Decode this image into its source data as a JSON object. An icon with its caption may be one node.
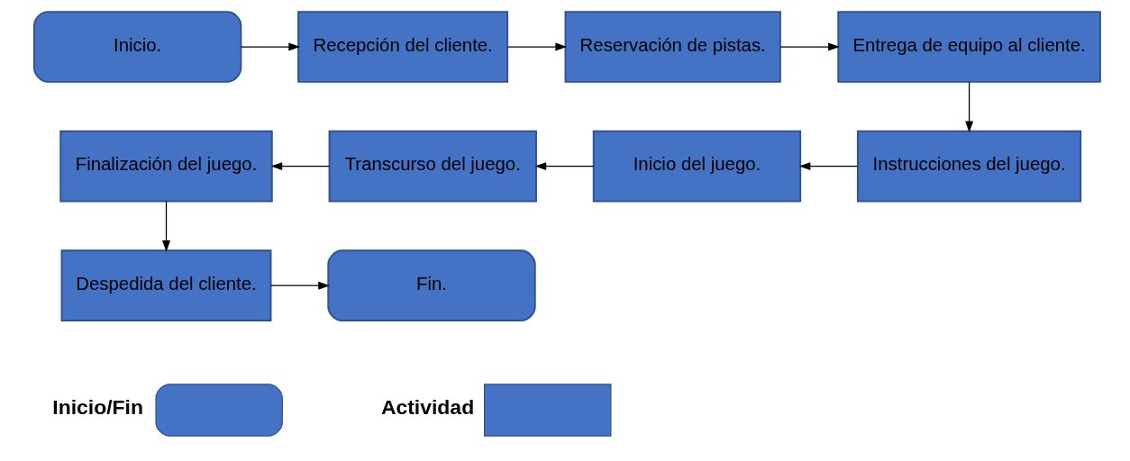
{
  "diagram": {
    "nodes": [
      {
        "text": [
          "Inicio."
        ]
      },
      {
        "text": [
          "Recepción del cliente."
        ]
      },
      {
        "text": [
          "Reservación de pistas."
        ]
      },
      {
        "text": [
          "Entrega de equipo al cliente."
        ]
      },
      {
        "text": [
          "Finalización del juego."
        ]
      },
      {
        "text": [
          "Transcurso del juego."
        ]
      },
      {
        "text": [
          "Inicio del juego."
        ]
      },
      {
        "text": [
          "Instrucciones del juego."
        ]
      },
      {
        "text": [
          "Despedida del cliente."
        ]
      },
      {
        "text": [
          "Fin."
        ]
      }
    ],
    "edges": [
      {
        "from": 0,
        "to": 1,
        "arrow": "to"
      },
      {
        "from": 1,
        "to": 2,
        "arrow": "to"
      },
      {
        "from": 2,
        "to": 3,
        "arrow": "to"
      },
      {
        "from": 3,
        "to": 7,
        "arrow": "to"
      },
      {
        "from": 7,
        "to": 6,
        "arrow": "to"
      },
      {
        "from": 6,
        "to": 5,
        "arrow": "to"
      },
      {
        "from": 5,
        "to": 4,
        "arrow": "to"
      },
      {
        "from": 4,
        "to": 8,
        "arrow": "to"
      },
      {
        "from": 8,
        "to": 9,
        "arrow": "to"
      }
    ],
    "legend": [
      {
        "text": "Inicio/Fin"
      },
      {
        "text": "Actividad"
      }
    ]
  }
}
